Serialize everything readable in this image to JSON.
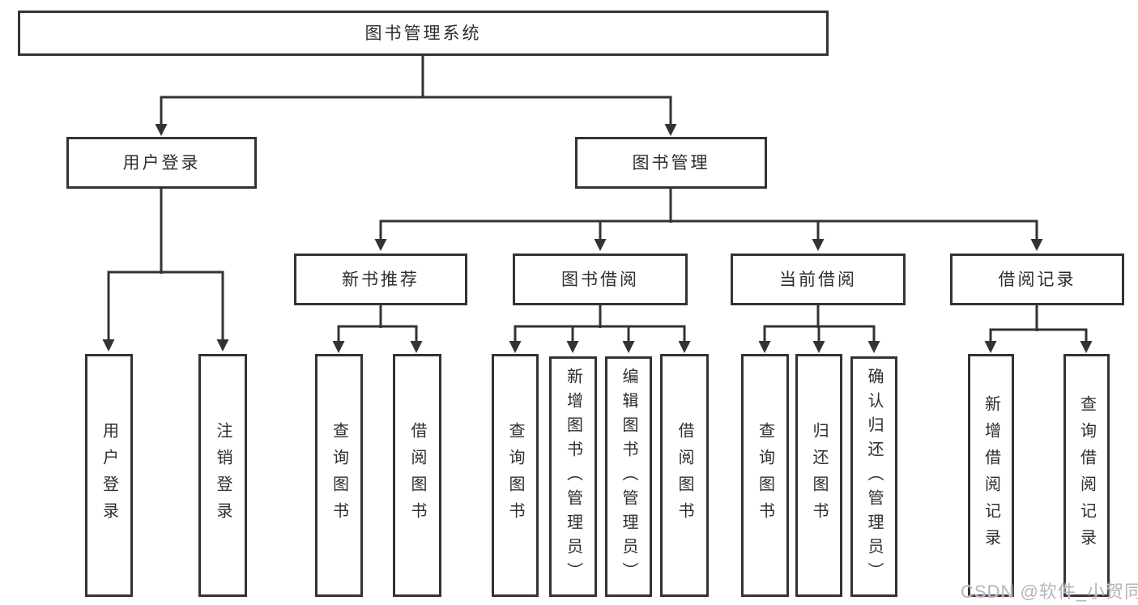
{
  "colors": {
    "line": "#333333",
    "text": "#2e2e2e",
    "box_bg": "#ffffff",
    "watermark": "#b3b6ba",
    "background": "#ffffff"
  },
  "watermark": {
    "text": "CSDN @软件_小贺同学"
  },
  "tree": {
    "root": {
      "label": "图书管理系统"
    },
    "branches": [
      {
        "label": "用户登录",
        "children": [
          {
            "label": "用户登录"
          },
          {
            "label": "注销登录"
          }
        ]
      },
      {
        "label": "图书管理",
        "children": [
          {
            "label": "新书推荐",
            "children": [
              {
                "label": "查询图书"
              },
              {
                "label": "借阅图书"
              }
            ]
          },
          {
            "label": "图书借阅",
            "children": [
              {
                "label": "查询图书"
              },
              {
                "label": "新增图书（管理员）"
              },
              {
                "label": "编辑图书（管理员）"
              },
              {
                "label": "借阅图书"
              }
            ]
          },
          {
            "label": "当前借阅",
            "children": [
              {
                "label": "查询图书"
              },
              {
                "label": "归还图书"
              },
              {
                "label": "确认归还（管理员）"
              }
            ]
          },
          {
            "label": "借阅记录",
            "children": [
              {
                "label": "新增借阅记录"
              },
              {
                "label": "查询借阅记录"
              }
            ]
          }
        ]
      }
    ]
  }
}
